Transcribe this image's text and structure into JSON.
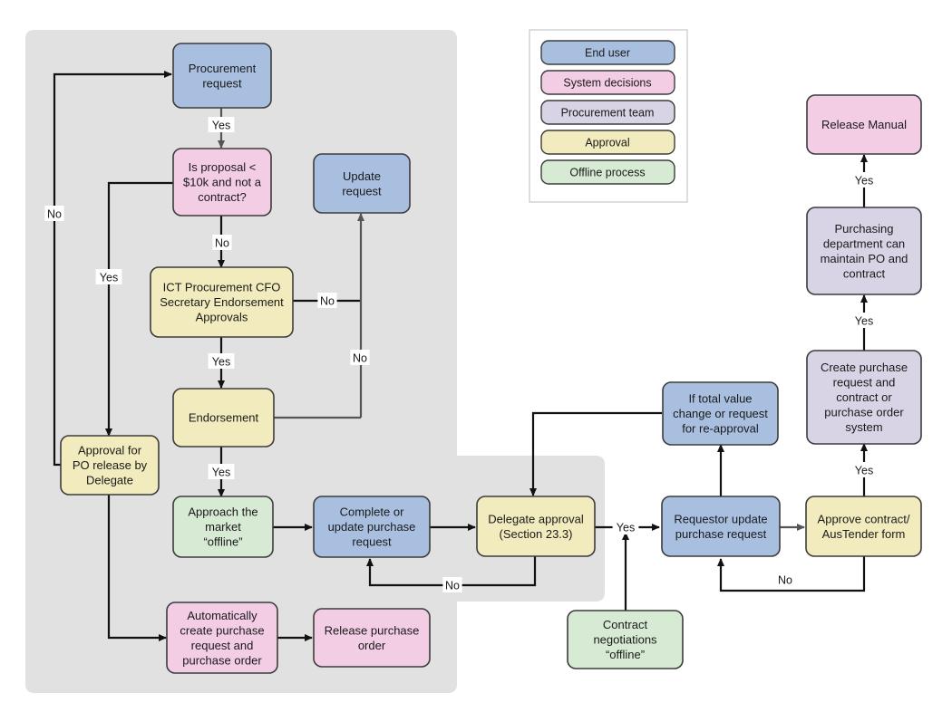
{
  "colors": {
    "end_user": "#a9bfe0",
    "system": "#f3cde4",
    "procurement": "#d9d3e6",
    "approval": "#f1ebbd",
    "offline": "#d6ead4",
    "region": "#e1e1e1",
    "border": "#3c3c3c"
  },
  "legend": [
    {
      "key": "end_user",
      "label": "End user"
    },
    {
      "key": "system",
      "label": "System decisions"
    },
    {
      "key": "procurement",
      "label": "Procurement team"
    },
    {
      "key": "approval",
      "label": "Approval"
    },
    {
      "key": "offline",
      "label": "Offline process"
    }
  ],
  "nodes": {
    "procurement_request": {
      "kind": "end_user",
      "lines": [
        "Procurement",
        "request"
      ]
    },
    "proposal_check": {
      "kind": "system",
      "lines": [
        "Is proposal <",
        "$10k and not a",
        "contract?"
      ]
    },
    "update_request": {
      "kind": "end_user",
      "lines": [
        "Update",
        "request"
      ]
    },
    "ict_approvals": {
      "kind": "approval",
      "lines": [
        "ICT Procurement CFO",
        "Secretary Endorsement",
        "Approvals"
      ]
    },
    "endorsement": {
      "kind": "approval",
      "lines": [
        "Endorsement"
      ]
    },
    "approval_po_release": {
      "kind": "approval",
      "lines": [
        "Approval for",
        "PO release by",
        "Delegate"
      ]
    },
    "approach_market": {
      "kind": "offline",
      "lines": [
        "Approach the",
        "market",
        "“offline”"
      ]
    },
    "complete_update_pr": {
      "kind": "end_user",
      "lines": [
        "Complete or",
        "update purchase",
        "request"
      ]
    },
    "delegate_approval": {
      "kind": "approval",
      "lines": [
        "Delegate approval",
        "(Section 23.3)"
      ]
    },
    "auto_create": {
      "kind": "system",
      "lines": [
        "Automatically",
        "create purchase",
        "request and",
        "purchase order"
      ]
    },
    "release_po": {
      "kind": "system",
      "lines": [
        "Release purchase",
        "order"
      ]
    },
    "total_value_change": {
      "kind": "end_user",
      "lines": [
        "If total value",
        "change or request",
        "for re-approval"
      ]
    },
    "requestor_update": {
      "kind": "end_user",
      "lines": [
        "Requestor update",
        "purchase request"
      ]
    },
    "contract_negotiations": {
      "kind": "offline",
      "lines": [
        "Contract",
        "negotiations",
        "“offline”"
      ]
    },
    "approve_contract": {
      "kind": "approval",
      "lines": [
        "Approve contract/",
        "AusTender form"
      ]
    },
    "create_pr_contract": {
      "kind": "procurement",
      "lines": [
        "Create purchase",
        "request and",
        "contract or",
        "purchase order",
        "system"
      ]
    },
    "purchasing_dept": {
      "kind": "procurement",
      "lines": [
        "Purchasing",
        "department can",
        "maintain PO and",
        "contract"
      ]
    },
    "release_manual": {
      "kind": "system",
      "lines": [
        "Release Manual"
      ]
    }
  },
  "edge_labels": {
    "yes": "Yes",
    "no": "No"
  }
}
